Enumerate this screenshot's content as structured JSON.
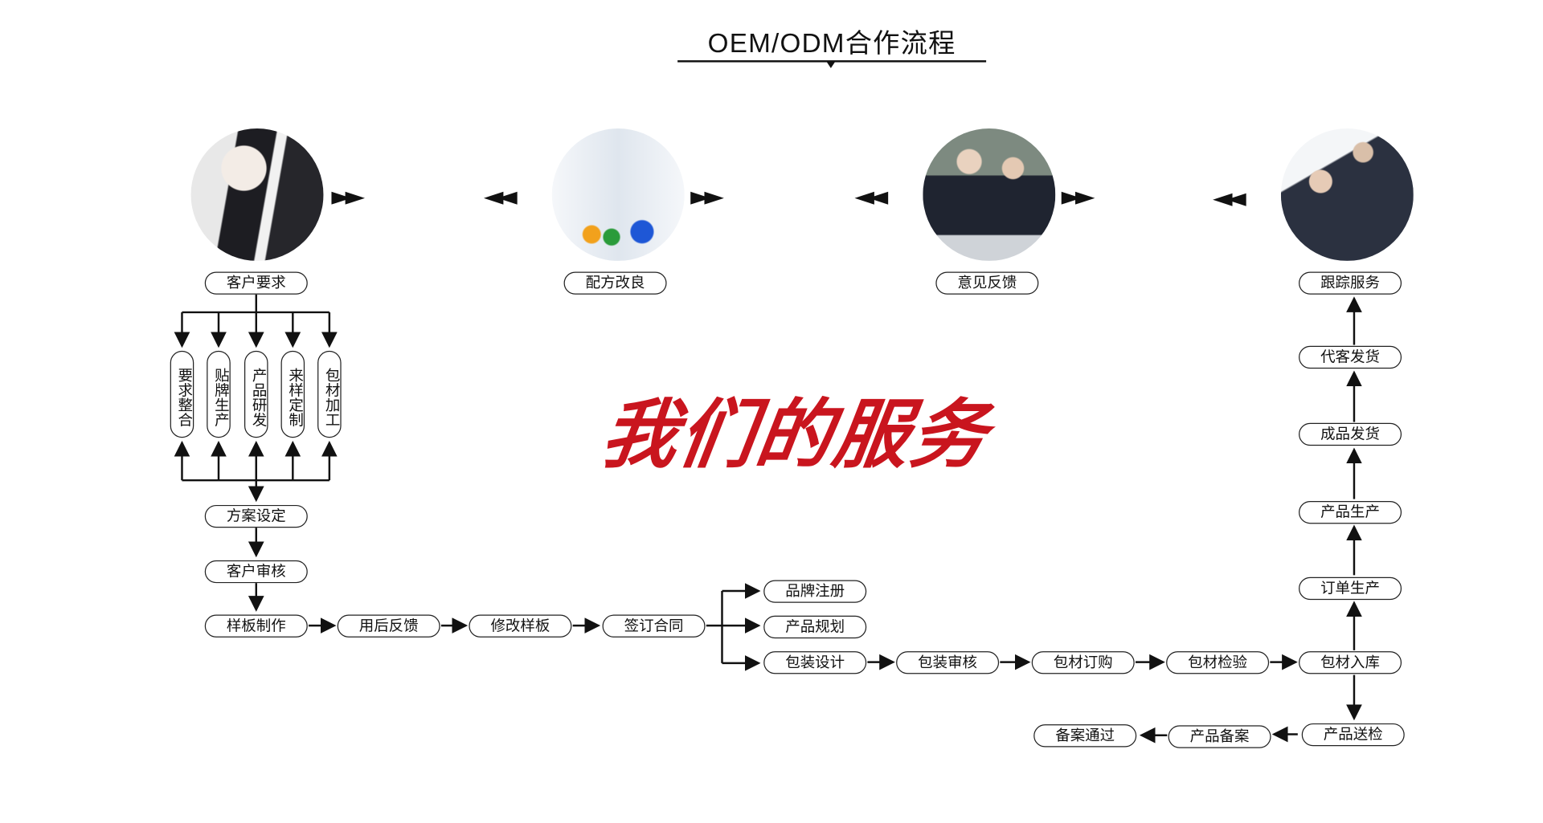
{
  "title": "OEM/ODM合作流程",
  "slogan": "我们的服务",
  "colors": {
    "slogan": "#c9151e",
    "line": "#111111"
  },
  "top_steps": [
    {
      "label": "客户要求",
      "photo": "business-meeting-photo"
    },
    {
      "label": "配方改良",
      "photo": "lab-research-photo"
    },
    {
      "label": "意见反馈",
      "photo": "discussion-photo"
    },
    {
      "label": "跟踪服务",
      "photo": "customer-service-photo"
    }
  ],
  "requirement_branches": [
    "要求整合",
    "贴牌生产",
    "产品研发",
    "来样定制",
    "包材加工"
  ],
  "steps": {
    "plan": "方案设定",
    "review": "客户审核",
    "sample": "样板制作",
    "feedback": "用后反馈",
    "revise": "修改样板",
    "contract": "签订合同",
    "brand": "品牌注册",
    "planning": "产品规划",
    "pack_design": "包装设计",
    "pack_review": "包装审核",
    "pack_order": "包材订购",
    "pack_inspect": "包材检验",
    "pack_store": "包材入库",
    "order_prod": "订单生产",
    "prod": "产品生产",
    "ship": "成品发货",
    "proxy_ship": "代客发货",
    "inspect_send": "产品送检",
    "filing": "产品备案",
    "filing_pass": "备案通过"
  }
}
